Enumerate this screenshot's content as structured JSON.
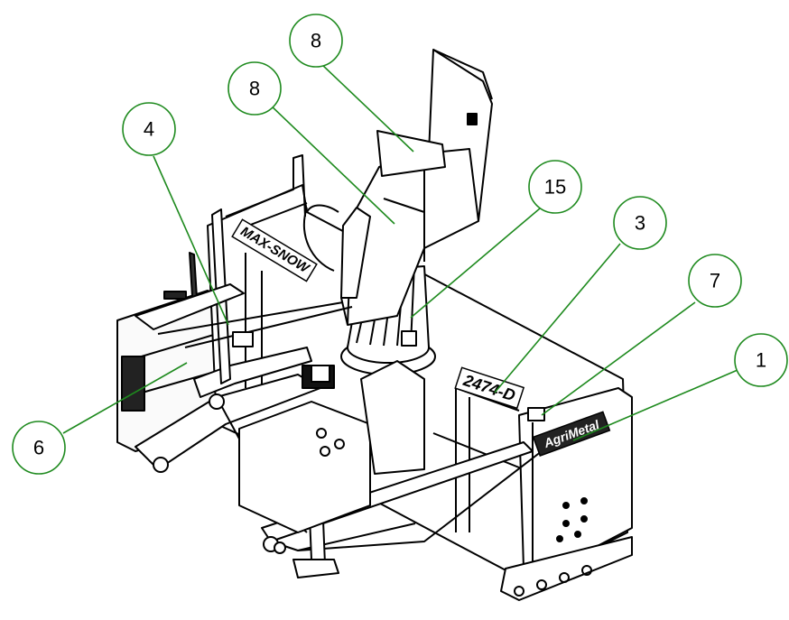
{
  "colors": {
    "callout": "#1e8a1e",
    "line": "#000000",
    "background": "#ffffff"
  },
  "decals": {
    "brand": "MAX-SNOW",
    "model": "2474-D",
    "maker": "AgriMetal"
  },
  "callouts": [
    {
      "id": "c8a",
      "label": "8"
    },
    {
      "id": "c8b",
      "label": "8"
    },
    {
      "id": "c4",
      "label": "4"
    },
    {
      "id": "c15",
      "label": "15"
    },
    {
      "id": "c3",
      "label": "3"
    },
    {
      "id": "c7",
      "label": "7"
    },
    {
      "id": "c1",
      "label": "1"
    },
    {
      "id": "c6",
      "label": "6"
    }
  ]
}
